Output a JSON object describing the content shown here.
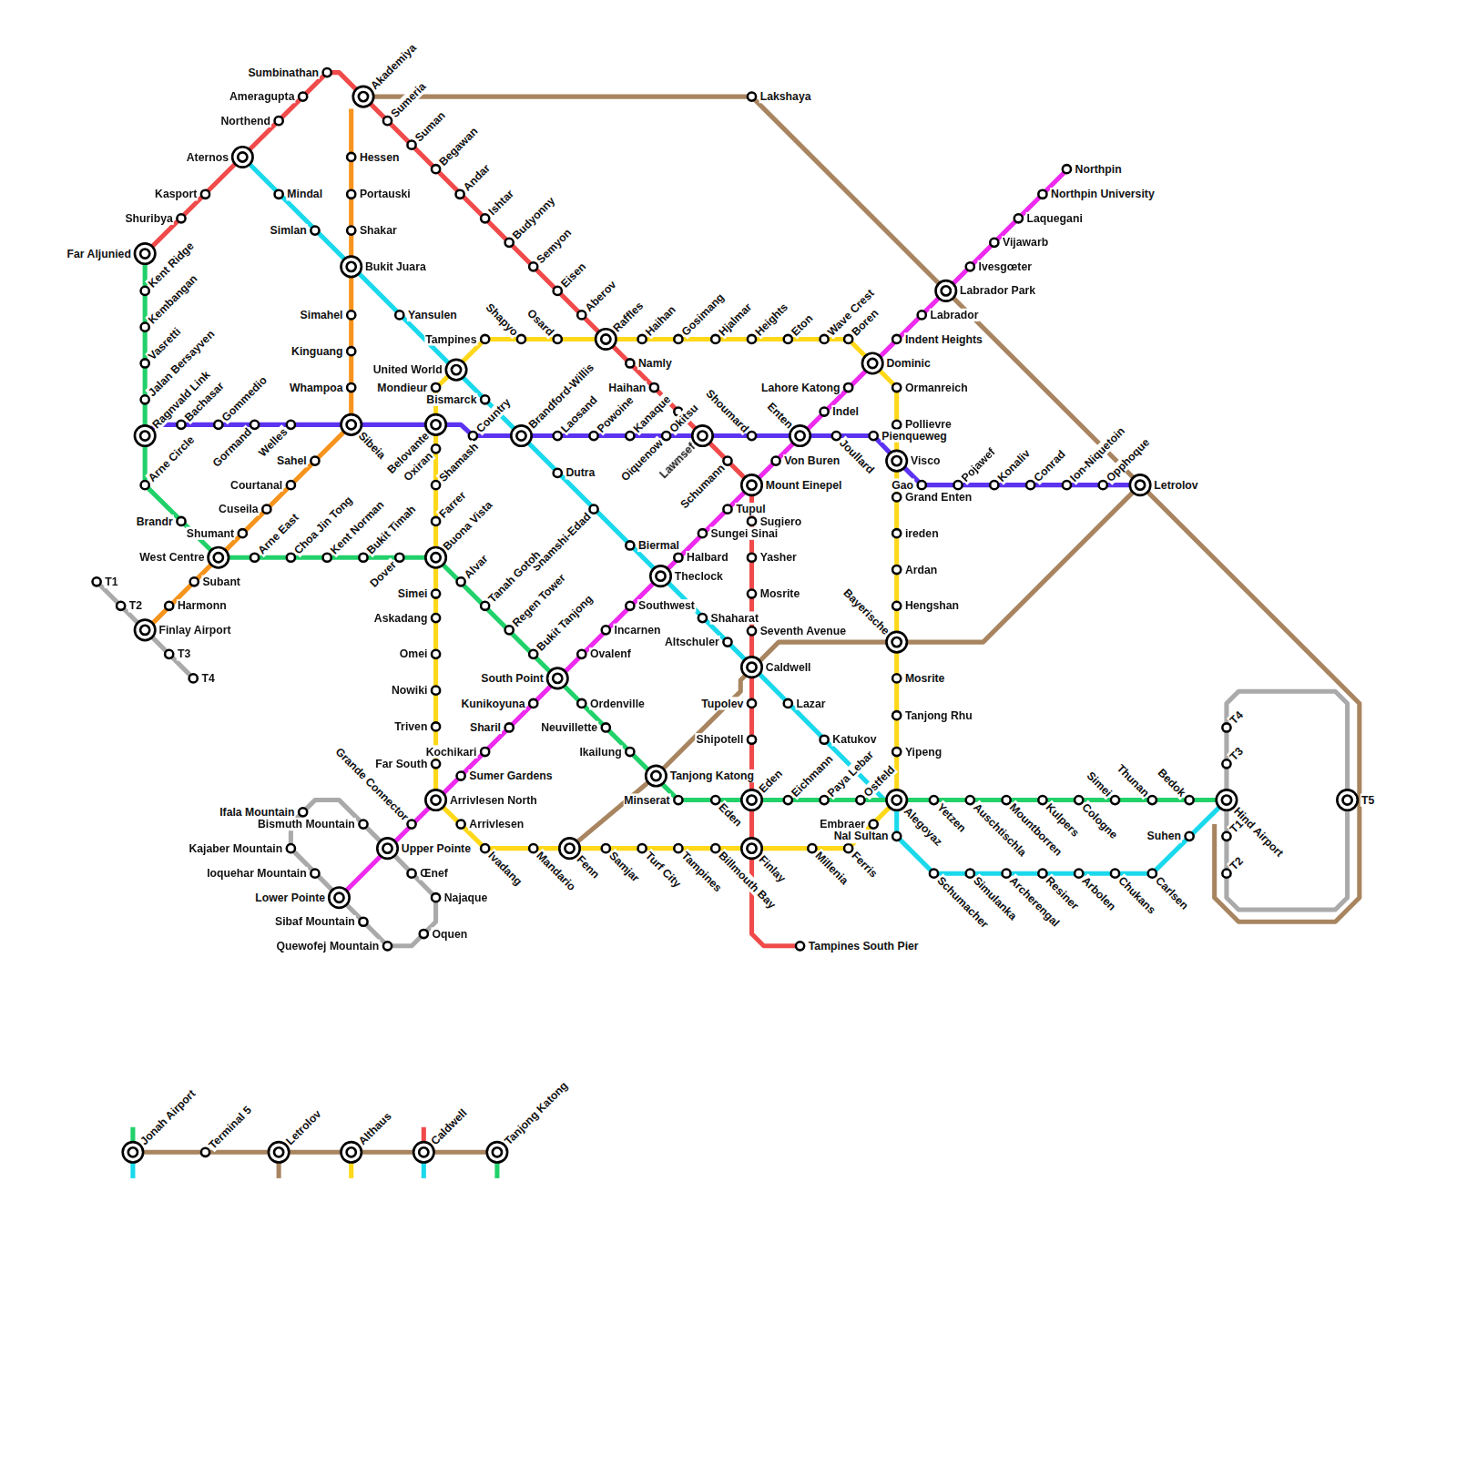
{
  "diagram": {
    "labels": [
      "Sumbinathan",
      "Ameragupta",
      "Northend",
      "Aternos",
      "Kasport",
      "Shuribya",
      "Far Aljunied",
      "Akademiya",
      "Sumeria",
      "Suman",
      "Begawan",
      "Andar",
      "Ishtar",
      "Budyonny",
      "Semyon",
      "Eisen",
      "Aberov",
      "Raffles",
      "Namly",
      "Haihan",
      "Lakshaya",
      "Hessen",
      "Portauski",
      "Shakar",
      "Bukit Juara",
      "Simahel",
      "Kinguang",
      "Whampoa",
      "Sibeia",
      "Sahel",
      "Courtanal",
      "Cuseila",
      "Shumant",
      "West Centre",
      "Subant",
      "Harmonn",
      "Finlay Airport",
      "T1",
      "T2",
      "T3",
      "T4",
      "Mindal",
      "Simlan",
      "Yansulen",
      "United World",
      "Tampines",
      "Shapyo",
      "Osard",
      "Mondieur",
      "Bismarck",
      "Country",
      "Belovante",
      "Oxiran",
      "Shamash",
      "Farrer",
      "Buona Vista",
      "Brandford-Willis",
      "Laosand",
      "Powoine",
      "Kanaque",
      "Okitsu",
      "Oiquenow",
      "Lawnsef",
      "Shoumard",
      "Enten",
      "Joullard",
      "Pienqueweg",
      "Gao",
      "Pojawef",
      "Konaliv",
      "Conrad",
      "Ion-Niquetoin",
      "Opphoque",
      "Letrolov",
      "Haihan",
      "Gosimang",
      "Hjalmar",
      "Heights",
      "Eton",
      "Wave Crest",
      "Boren",
      "Dominic",
      "Ormanreich",
      "Pollievre",
      "Visco",
      "Grand Enten",
      "ireden",
      "Ardan",
      "Hengshan",
      "Bayerische",
      "Mosrite",
      "Tanjong Rhu",
      "Yipeng",
      "Indent Heights",
      "Labrador",
      "Labrador Park",
      "Ivesgœter",
      "Vijawarb",
      "Laquegani",
      "Northpin University",
      "Northpin",
      "Lahore Katong",
      "Indel",
      "Von Buren",
      "Mount Einepel",
      "Schumann",
      "Tupul",
      "Sugiero",
      "Sungei Sinai",
      "Halbard",
      "Yasher",
      "Theclock",
      "Mosrite",
      "Southwest",
      "Shaharat",
      "Seventh Avenue",
      "Incarnen",
      "Altschuler",
      "Ovalenf",
      "Caldwell",
      "Tupolev",
      "Lazar",
      "Shipotell",
      "Katukov",
      "Dutra",
      "Shamshi-Edad",
      "Biermal",
      "Kent Ridge",
      "Kembangan",
      "Vasretti",
      "Jalan Bersayven",
      "Ragnvald Link",
      "Bachasar",
      "Gommedio",
      "Gormand",
      "Welles",
      "Arne Circle",
      "Brandr",
      "Arne East",
      "Choa Jin Tong",
      "Kent Norman",
      "Bukit Timah",
      "Dover",
      "Alvar",
      "Tanah Gotoh",
      "Regen Tower",
      "Bukit Tanjong",
      "South Point",
      "Ordenville",
      "Neuvillette",
      "Ikailung",
      "Tanjong Katong",
      "Minserat",
      "Eden",
      "Eden",
      "Eichmann",
      "Paya Lebar",
      "Ostfeld",
      "Yetzen",
      "Auschtischla",
      "Mountborren",
      "Kulpers",
      "Cologne",
      "Simei",
      "Thunan",
      "Bedok",
      "Hind Airport",
      "T4",
      "T3",
      "Suhen",
      "T1",
      "T2",
      "T5",
      "Alegoyaz",
      "Embraer",
      "Nal Sultan",
      "Schumacher",
      "Simulanka",
      "Archerengal",
      "Resiner",
      "Arbolen",
      "Chukans",
      "Carlsen",
      "Simei",
      "Askadang",
      "Omei",
      "Nowiki",
      "Triven",
      "Kochikari",
      "Far South",
      "Sumer Gardens",
      "Arrivlesen North",
      "Arrivlesen",
      "Grande Connector",
      "Upper Pointe",
      "Ivadang",
      "Mandario",
      "Fenn",
      "Samjar",
      "Turf City",
      "Tampines",
      "Billmouth Bay",
      "Finlay",
      "Millenia",
      "Ferris",
      "Tampines South Pier",
      "Kunikoyuna",
      "Sharil",
      "Lower Pointe",
      "Ifala Mountain",
      "Bismuth Mountain",
      "Kajaber Mountain",
      "Ioquehar Mountain",
      "Sibaf Mountain",
      "Quewofej Mountain",
      "Œnef",
      "Najaque",
      "Oquen",
      "Jonah Airport",
      "Terminal 5",
      "Letrolov",
      "Althaus",
      "Caldwell",
      "Tanjong Katong"
    ]
  }
}
